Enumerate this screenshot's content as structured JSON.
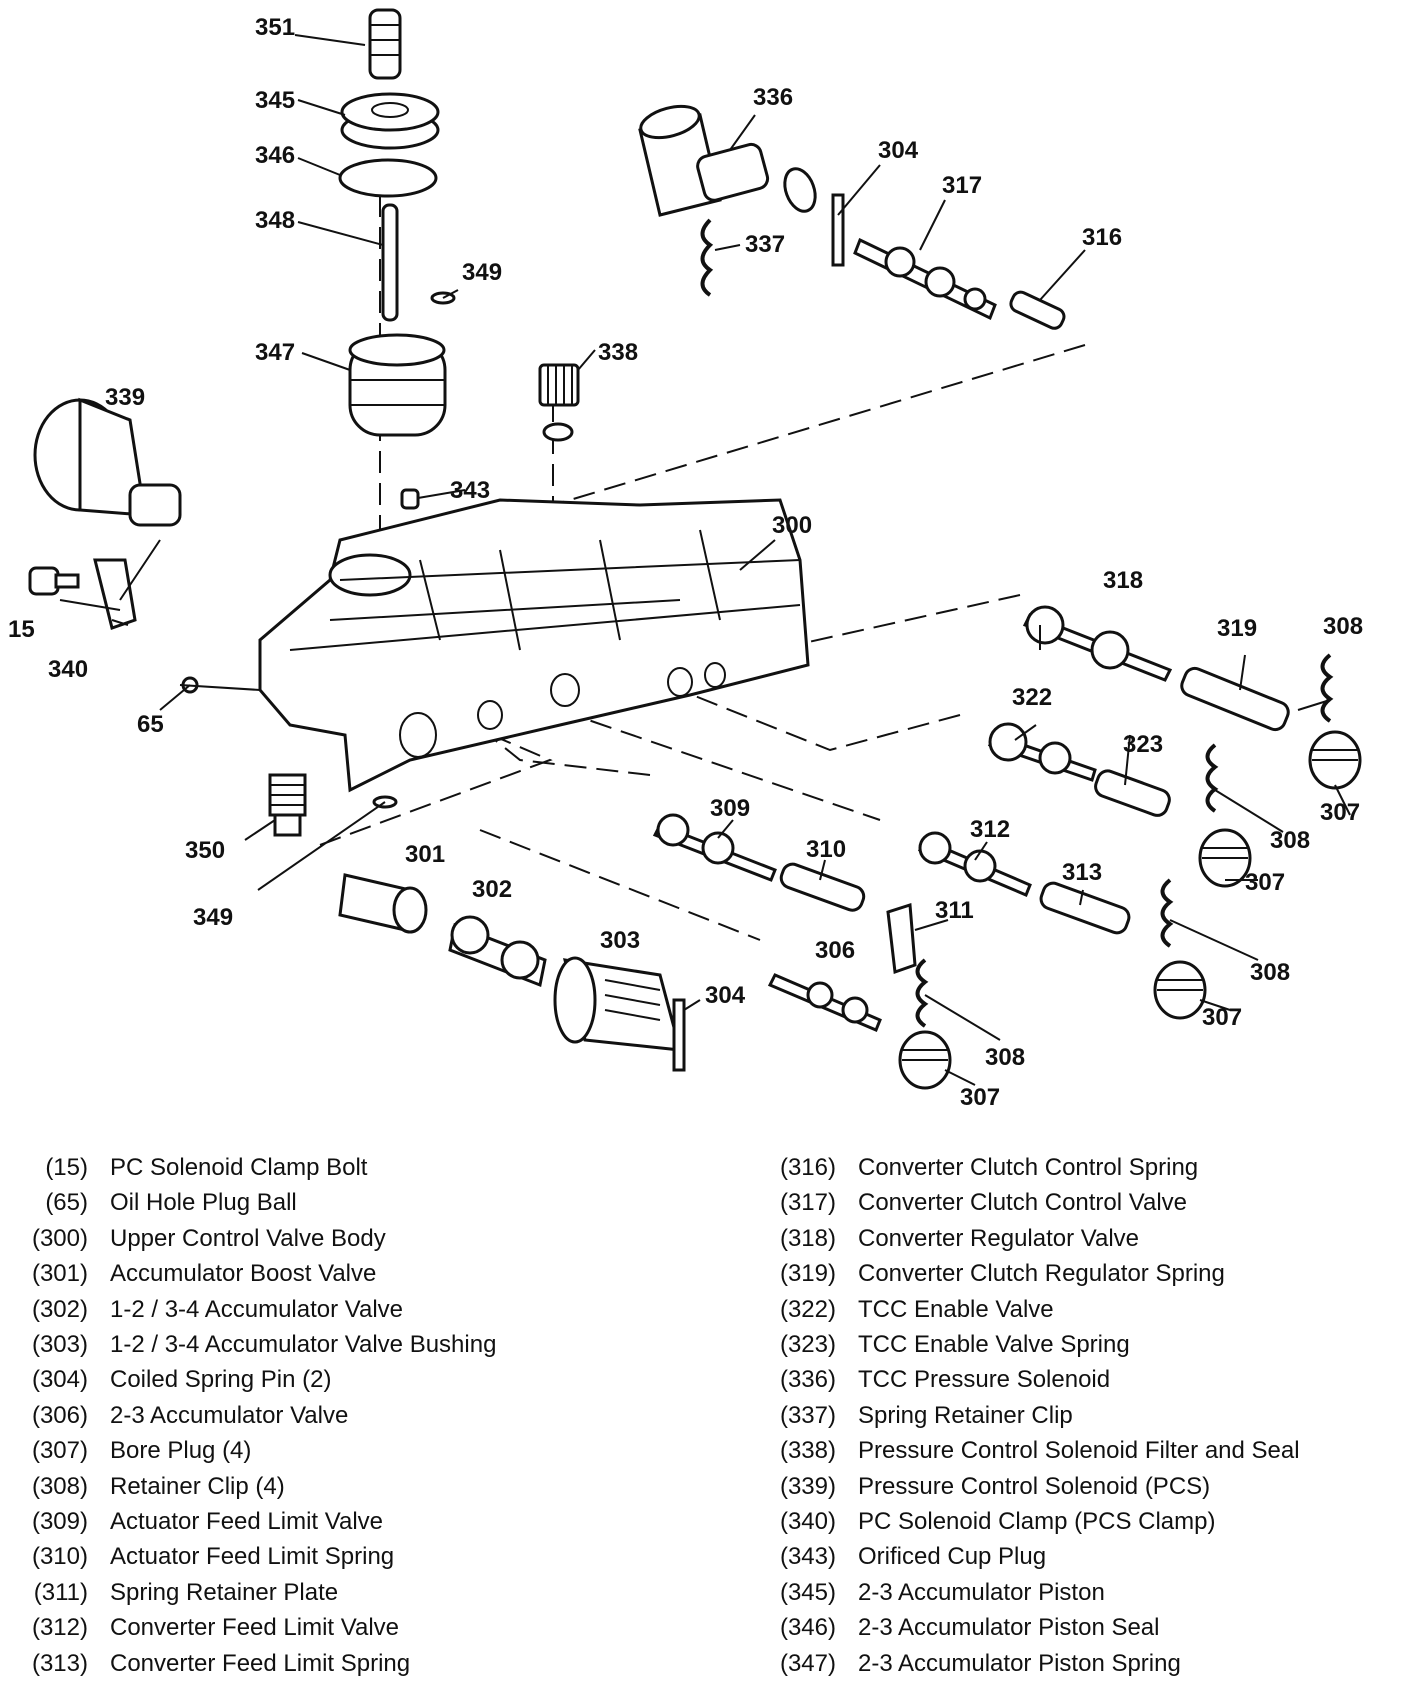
{
  "callouts": [
    {
      "id": "c351",
      "text": "351"
    },
    {
      "id": "c345",
      "text": "345"
    },
    {
      "id": "c346",
      "text": "346"
    },
    {
      "id": "c348",
      "text": "348"
    },
    {
      "id": "c349a",
      "text": "349"
    },
    {
      "id": "c347",
      "text": "347"
    },
    {
      "id": "c336",
      "text": "336"
    },
    {
      "id": "c304a",
      "text": "304"
    },
    {
      "id": "c317",
      "text": "317"
    },
    {
      "id": "c337",
      "text": "337"
    },
    {
      "id": "c316",
      "text": "316"
    },
    {
      "id": "c338",
      "text": "338"
    },
    {
      "id": "c339",
      "text": "339"
    },
    {
      "id": "c343",
      "text": "343"
    },
    {
      "id": "c300",
      "text": "300"
    },
    {
      "id": "c15",
      "text": "15"
    },
    {
      "id": "c340",
      "text": "340"
    },
    {
      "id": "c65",
      "text": "65"
    },
    {
      "id": "c318",
      "text": "318"
    },
    {
      "id": "c319",
      "text": "319"
    },
    {
      "id": "c308a",
      "text": "308"
    },
    {
      "id": "c322",
      "text": "322"
    },
    {
      "id": "c323",
      "text": "323"
    },
    {
      "id": "c307a",
      "text": "307"
    },
    {
      "id": "c308b",
      "text": "308"
    },
    {
      "id": "c307b",
      "text": "307"
    },
    {
      "id": "c309",
      "text": "309"
    },
    {
      "id": "c310",
      "text": "310"
    },
    {
      "id": "c312",
      "text": "312"
    },
    {
      "id": "c313",
      "text": "313"
    },
    {
      "id": "c350",
      "text": "350"
    },
    {
      "id": "c349b",
      "text": "349"
    },
    {
      "id": "c301",
      "text": "301"
    },
    {
      "id": "c302",
      "text": "302"
    },
    {
      "id": "c303",
      "text": "303"
    },
    {
      "id": "c311",
      "text": "311"
    },
    {
      "id": "c306",
      "text": "306"
    },
    {
      "id": "c304b",
      "text": "304"
    },
    {
      "id": "c308c",
      "text": "308"
    },
    {
      "id": "c307c",
      "text": "307"
    },
    {
      "id": "c308d",
      "text": "308"
    },
    {
      "id": "c307d",
      "text": "307"
    }
  ],
  "legend_left": [
    {
      "code": "(15)",
      "label": "PC Solenoid Clamp Bolt"
    },
    {
      "code": "(65)",
      "label": "Oil Hole Plug Ball"
    },
    {
      "code": "(300)",
      "label": "Upper Control Valve Body"
    },
    {
      "code": "(301)",
      "label": "Accumulator Boost Valve"
    },
    {
      "code": "(302)",
      "label": "1-2 / 3-4 Accumulator Valve"
    },
    {
      "code": "(303)",
      "label": "1-2 / 3-4 Accumulator Valve Bushing"
    },
    {
      "code": "(304)",
      "label": "Coiled Spring Pin (2)"
    },
    {
      "code": "(306)",
      "label": "2-3 Accumulator Valve"
    },
    {
      "code": "(307)",
      "label": "Bore Plug (4)"
    },
    {
      "code": "(308)",
      "label": "Retainer Clip (4)"
    },
    {
      "code": "(309)",
      "label": "Actuator Feed Limit Valve"
    },
    {
      "code": "(310)",
      "label": "Actuator Feed Limit Spring"
    },
    {
      "code": "(311)",
      "label": "Spring Retainer Plate"
    },
    {
      "code": "(312)",
      "label": "Converter Feed Limit Valve"
    },
    {
      "code": "(313)",
      "label": "Converter Feed Limit Spring"
    }
  ],
  "legend_right": [
    {
      "code": "(316)",
      "label": "Converter Clutch Control Spring"
    },
    {
      "code": "(317)",
      "label": "Converter Clutch Control Valve"
    },
    {
      "code": "(318)",
      "label": "Converter Regulator Valve"
    },
    {
      "code": "(319)",
      "label": "Converter Clutch Regulator Spring"
    },
    {
      "code": "(322)",
      "label": "TCC Enable Valve"
    },
    {
      "code": "(323)",
      "label": "TCC Enable Valve Spring"
    },
    {
      "code": "(336)",
      "label": "TCC Pressure Solenoid"
    },
    {
      "code": "(337)",
      "label": "Spring Retainer Clip"
    },
    {
      "code": "(338)",
      "label": "Pressure Control Solenoid Filter and Seal"
    },
    {
      "code": "(339)",
      "label": "Pressure Control Solenoid (PCS)"
    },
    {
      "code": "(340)",
      "label": "PC Solenoid Clamp (PCS Clamp)"
    },
    {
      "code": "(343)",
      "label": "Orificed Cup Plug"
    },
    {
      "code": "(345)",
      "label": "2-3 Accumulator Piston"
    },
    {
      "code": "(346)",
      "label": "2-3 Accumulator Piston Seal"
    },
    {
      "code": "(347)",
      "label": "2-3 Accumulator Piston Spring"
    }
  ]
}
